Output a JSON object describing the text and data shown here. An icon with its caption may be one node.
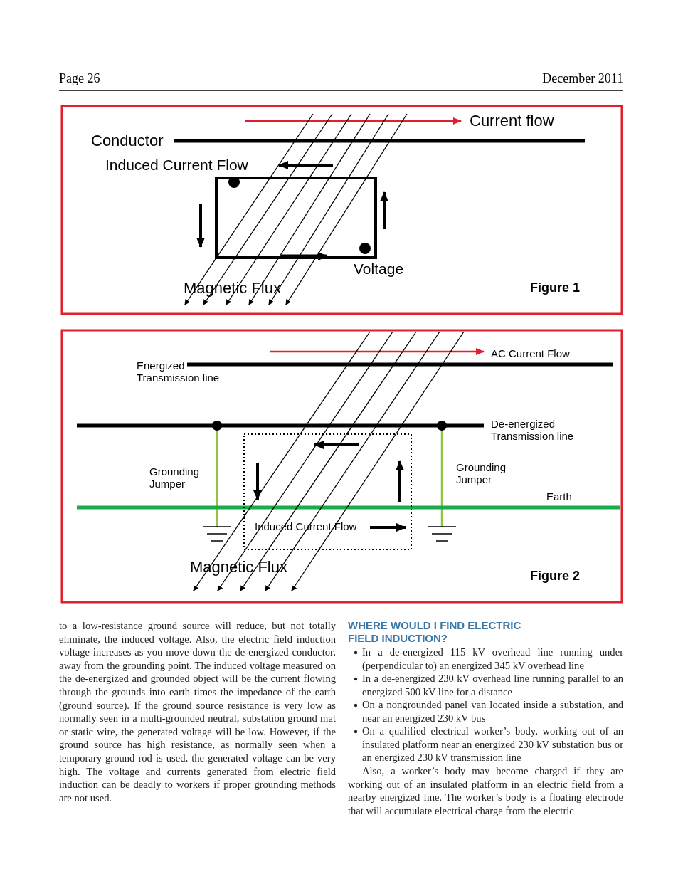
{
  "diagram": {
    "labels": [
      "Page 26",
      "December 2011",
      "Current flow",
      "Conductor",
      "Induced Current Flow",
      "Voltage",
      "Magnetic Flux",
      "Figure 1",
      "AC Current Flow",
      "Energized Transmission line",
      "De-energized Transmission line",
      "Grounding Jumper",
      "Grounding Jumper",
      "Earth",
      "Induced Current Flow",
      "Magnetic Flux",
      "Figure 2",
      "to a low-resistance ground source will reduce, but not totally eliminate, the induced voltage. Also, the electric field induction voltage increases as you move down the de-energized conductor, away from the grounding point. The induced voltage measured on the de-energized and grounded object will be the current flowing through the grounds into earth times the impedance of the earth (ground source). If the ground source resistance is very low as normally seen in a multi-grounded neutral, substation ground mat or static wire, the generated voltage will be low. However, if the ground source has high resistance, as normally seen when a temporary ground rod is used, the generated voltage can be very high. The voltage and currents generated from electric field induction can be deadly to workers if proper grounding methods are not used.",
      "WHERE WOULD I FIND ELECTRIC FIELD INDUCTION?",
      "In a de-energized 115 kV overhead line running under (perpendicular to) an energized 345 kV overhead line",
      "In a de-energized 230 kV overhead line running parallel to an energized 500 kV line for a distance",
      "On a nongrounded panel van located inside a substation, and near an energized 230 kV bus",
      "On a qualified electrical worker’s body, working out of an insulated platform near an energized 230 kV substation bus or an energized 230 kV transmission line",
      "Also, a worker’s body may become charged if they are working out of an insulated platform in an electric field from a nearby energized line. The worker’s body is a floating electrode that will accumulate electrical charge from the electric"
    ]
  }
}
